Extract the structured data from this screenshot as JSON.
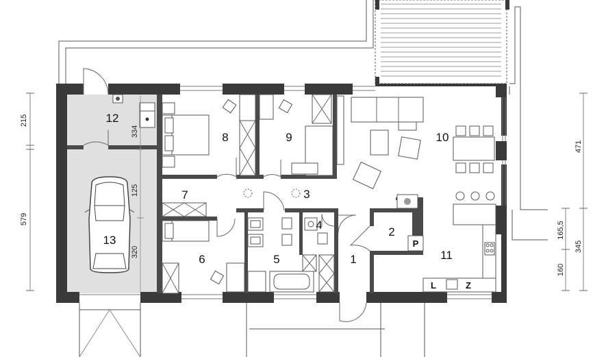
{
  "plan": {
    "rooms": [
      {
        "id": "1",
        "label": "1"
      },
      {
        "id": "2",
        "label": "2"
      },
      {
        "id": "3",
        "label": "3"
      },
      {
        "id": "4",
        "label": "4"
      },
      {
        "id": "5",
        "label": "5"
      },
      {
        "id": "6",
        "label": "6"
      },
      {
        "id": "7",
        "label": "7"
      },
      {
        "id": "8",
        "label": "8"
      },
      {
        "id": "9",
        "label": "9"
      },
      {
        "id": "10",
        "label": "10"
      },
      {
        "id": "11",
        "label": "11"
      },
      {
        "id": "12",
        "label": "12"
      },
      {
        "id": "13",
        "label": "13"
      }
    ],
    "interior_dimensions": {
      "garage_upper_width": "334",
      "garage_divider": "125",
      "garage_lower_width": "320"
    },
    "left_dimensions": {
      "upper": "215",
      "lower": "579"
    },
    "right_dimensions": {
      "upper": "471",
      "mid": "165,5",
      "lower": "160",
      "total": "345"
    },
    "fixture_labels": {
      "pantry_marker": "P",
      "kitchen_left": "L",
      "kitchen_right": "Z"
    },
    "colors": {
      "wall": "#3a3a3a",
      "garage_floor": "#e0e0e0",
      "background": "#ffffff"
    }
  }
}
